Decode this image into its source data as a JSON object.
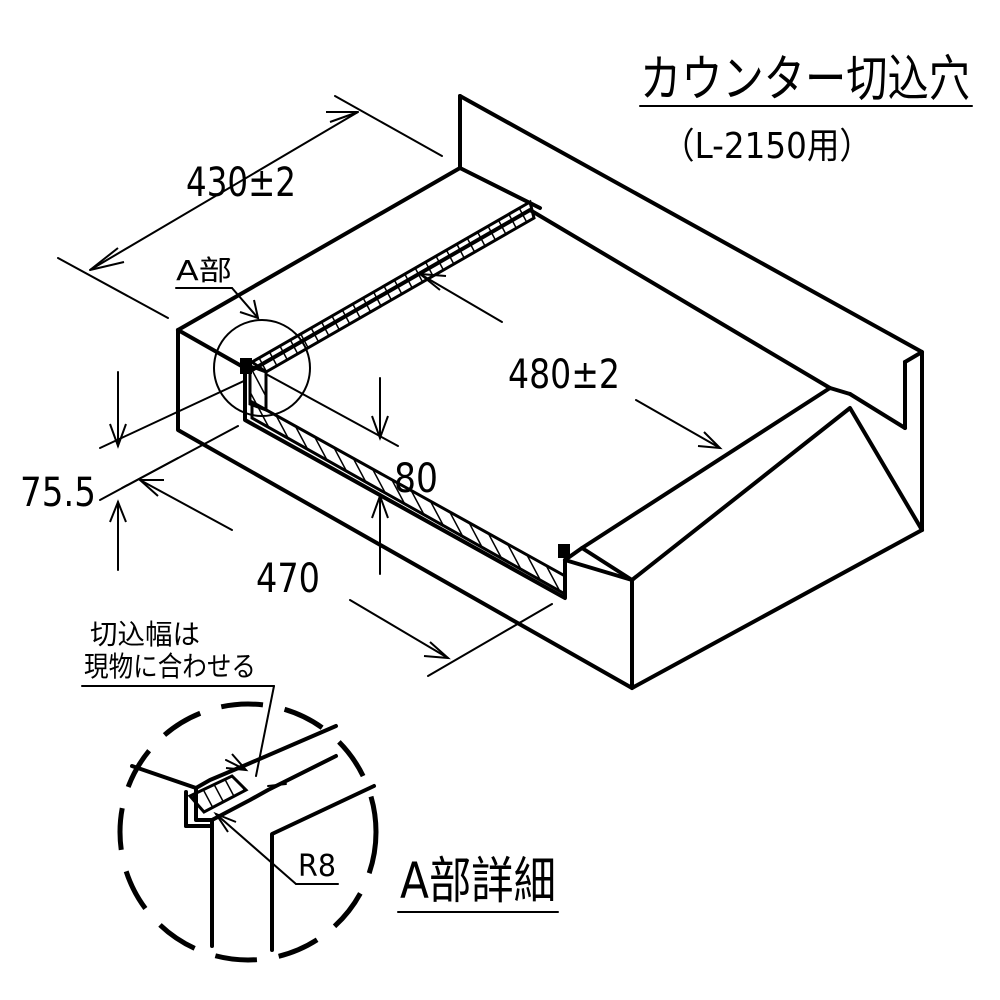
{
  "title": "カウンター切込穴",
  "subtitle": "（L-2150用）",
  "dimensions": {
    "width": "430±2",
    "depth": "480±2",
    "length": "470",
    "height_left": "75.5",
    "height_inner": "80",
    "radius": "R8"
  },
  "labels": {
    "part_a": "A部",
    "note_line1": "切込幅は",
    "note_line2": "現物に合わせる",
    "detail_title": "A部詳細"
  }
}
